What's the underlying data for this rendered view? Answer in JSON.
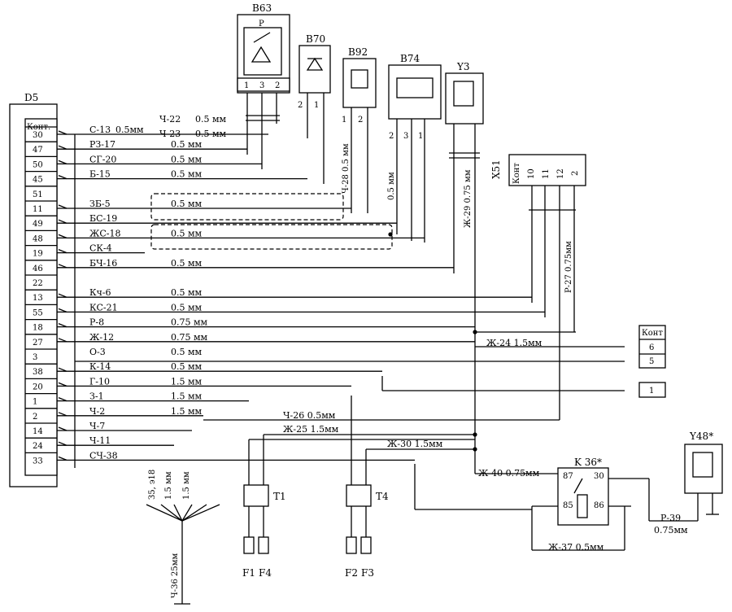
{
  "connectors": {
    "d5": {
      "name": "D5",
      "header": "Конт.",
      "pins": [
        "30",
        "47",
        "50",
        "45",
        "51",
        "11",
        "49",
        "48",
        "19",
        "46",
        "22",
        "13",
        "55",
        "18",
        "27",
        "3",
        "38",
        "20",
        "1",
        "2",
        "14",
        "24",
        "33"
      ]
    },
    "b63": {
      "name": "B63",
      "symbol": "P",
      "pins": [
        "1",
        "3",
        "2"
      ]
    },
    "b70": {
      "name": "B70",
      "pins": [
        "2",
        "1"
      ]
    },
    "b92": {
      "name": "B92",
      "pins": [
        "1",
        "2"
      ]
    },
    "b74": {
      "name": "B74",
      "pins": [
        "2",
        "3",
        "1"
      ]
    },
    "y3": {
      "name": "Y3"
    },
    "x51": {
      "name": "X51",
      "header": "Конт",
      "pins": [
        "10",
        "11",
        "12",
        "2"
      ]
    },
    "k36": {
      "name": "K 36*",
      "pins": [
        "87",
        "30",
        "85",
        "86"
      ]
    },
    "y48": {
      "name": "Y48*"
    },
    "right_conn": {
      "header": "Конт",
      "pins": [
        "6",
        "5"
      ]
    },
    "right_single": {
      "pin": "1"
    },
    "t1": {
      "name": "T1"
    },
    "t4": {
      "name": "T4"
    },
    "fuses": [
      "F1",
      "F4",
      "F2",
      "F3"
    ]
  },
  "wires": [
    {
      "code": "С-13",
      "size": "0.5мм"
    },
    {
      "code": "РЗ-17",
      "size": "0.5 мм"
    },
    {
      "code": "СГ-20",
      "size": "0.5 мм"
    },
    {
      "code": "Б-15",
      "size": "0.5 мм"
    },
    {
      "code": "ЗБ-5",
      "size": "0.5 мм"
    },
    {
      "code": "БС-19",
      "size": ""
    },
    {
      "code": "ЖС-18",
      "size": "0.5 мм"
    },
    {
      "code": "СК-4",
      "size": ""
    },
    {
      "code": "БЧ-16",
      "size": "0.5 мм"
    },
    {
      "code": "Кч-6",
      "size": "0.5 мм"
    },
    {
      "code": "КС-21",
      "size": "0.5 мм"
    },
    {
      "code": "Р-8",
      "size": "0.75 мм"
    },
    {
      "code": "Ж-12",
      "size": "0.75 мм"
    },
    {
      "code": "О-3",
      "size": "0.5 мм"
    },
    {
      "code": "К-14",
      "size": "0.5 мм"
    },
    {
      "code": "Г-10",
      "size": "1.5 мм"
    },
    {
      "code": "З-1",
      "size": "1.5 мм"
    },
    {
      "code": "Ч-2",
      "size": "1.5 мм"
    },
    {
      "code": "Ч-7",
      "size": ""
    },
    {
      "code": "Ч-11",
      "size": ""
    },
    {
      "code": "СЧ-38",
      "size": ""
    }
  ],
  "labels": {
    "ch22": "Ч-22",
    "ch22_size": "0.5 мм",
    "ch23": "Ч-23",
    "ch23_size": "0.5 мм",
    "ch28": "Ч-28  0.5 мм",
    "b74_size": "0.5 мм",
    "zh29": "Ж-29  0.75 мм",
    "r27": "Р-27  0.75мм",
    "zh24": "Ж-24  1.5мм",
    "ch26": "Ч-26  0.5мм",
    "zh25": "Ж-25 1.5мм",
    "zh30": "Ж-30  1.5мм",
    "zh40": "Ж-40 0.75мм",
    "zh37": "Ж-37  0.5мм",
    "r39": "Р-39",
    "r39_size": "0.75мм",
    "ch36": "Ч-36  25мм",
    "z5": "З5, э18",
    "mm15a": "1.5 мм",
    "mm15b": "1.5 мм"
  }
}
